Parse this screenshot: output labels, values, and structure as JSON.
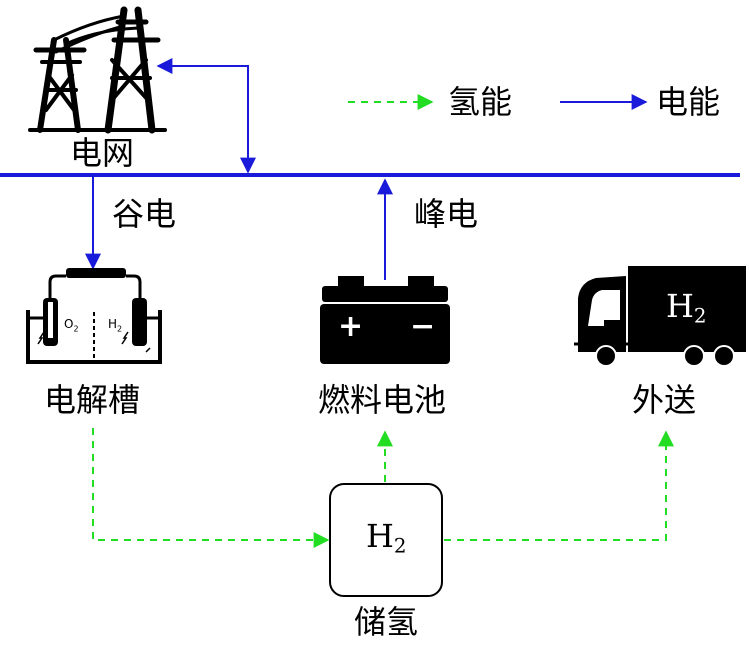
{
  "legend": {
    "hydrogen_label": "氢能",
    "electric_label": "电能"
  },
  "nodes": {
    "grid": "电网",
    "electrolyzer": "电解槽",
    "fuel_cell": "燃料电池",
    "storage": "储氢",
    "export": "外送"
  },
  "flows": {
    "off_peak": "谷电",
    "peak": "峰电"
  },
  "electrolyzer_labels": {
    "o2": "O",
    "o2_sub": "2",
    "h2": "H",
    "h2_sub": "2"
  },
  "battery_labels": {
    "plus": "+",
    "minus": "−"
  },
  "formula": {
    "element": "H",
    "subscript": "2"
  },
  "colors": {
    "electric": "#1a1adb",
    "hydrogen": "#22dd22",
    "icon": "#000000"
  }
}
